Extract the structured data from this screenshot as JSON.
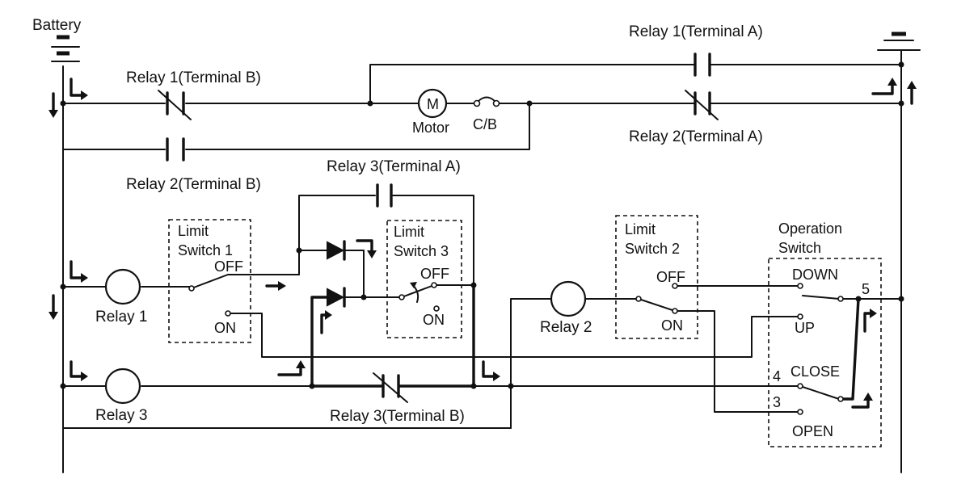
{
  "labels": {
    "battery": "Battery",
    "relay1_terminal_b": "Relay 1(Terminal B)",
    "relay1_terminal_a": "Relay 1(Terminal A)",
    "relay2_terminal_b": "Relay 2(Terminal B)",
    "relay2_terminal_a": "Relay 2(Terminal A)",
    "relay3_terminal_a": "Relay 3(Terminal A)",
    "relay3_terminal_b": "Relay 3(Terminal B)",
    "motor_symbol": "M",
    "motor": "Motor",
    "circuit_breaker": "C/B",
    "relay1": "Relay 1",
    "relay2": "Relay 2",
    "relay3": "Relay 3",
    "limit_switch_1_line1": "Limit",
    "limit_switch_1_line2": "Switch 1",
    "limit_switch_2_line1": "Limit",
    "limit_switch_2_line2": "Switch 2",
    "limit_switch_3_line1": "Limit",
    "limit_switch_3_line2": "Switch 3",
    "ls1_off": "OFF",
    "ls1_on": "ON",
    "ls2_off": "OFF",
    "ls2_on": "ON",
    "ls3_off": "OFF",
    "ls3_on": "ON",
    "operation_switch_line1": "Operation",
    "operation_switch_line2": "Switch",
    "op_down": "DOWN",
    "op_up": "UP",
    "op_close": "CLOSE",
    "op_open": "OPEN",
    "terminal_5": "5",
    "terminal_4": "4",
    "terminal_3": "3"
  }
}
